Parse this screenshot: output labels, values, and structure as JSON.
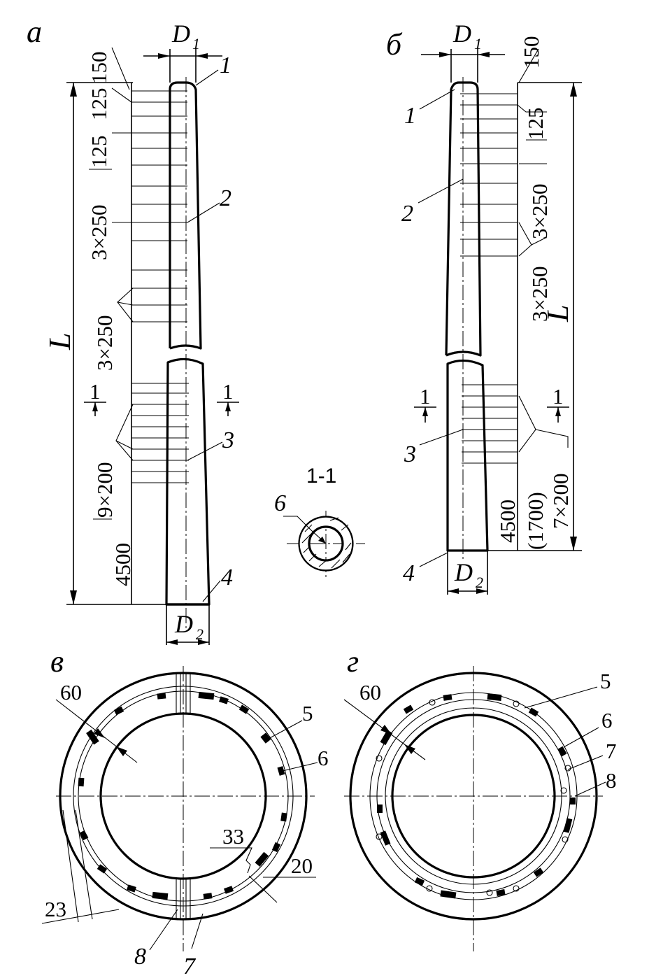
{
  "views": {
    "a": {
      "label": "а",
      "dims": {
        "d1": "D",
        "d1_sub": "1",
        "d2": "D",
        "d2_sub": "2",
        "total_length": "L",
        "spacing_top": "150",
        "spacing_125a": "125",
        "spacing_125b": "125",
        "spacing_3x250a": "3×250",
        "spacing_3x250b": "3×250",
        "spacing_9x200": "9×200",
        "spacing_4500": "4500"
      },
      "callouts": [
        "1",
        "2",
        "3",
        "4"
      ],
      "section_mark": "1"
    },
    "b": {
      "label": "б",
      "dims": {
        "d1": "D",
        "d1_sub": "1",
        "d2": "D",
        "d2_sub": "2",
        "total_length": "L",
        "spacing_top": "150",
        "spacing_125": "125",
        "spacing_3x250a": "3×250",
        "spacing_3x250b": "3×250",
        "spacing_7x200": "7×200",
        "spacing_4500": "4500",
        "spacing_1700": "(1700)"
      },
      "callouts": [
        "1",
        "2",
        "3",
        "4"
      ],
      "section_mark": "1"
    },
    "section": {
      "title": "1-1",
      "callout": "6"
    },
    "v": {
      "label": "в",
      "dims": {
        "d60": "60",
        "d33": "33",
        "d20": "20",
        "d23": "23"
      },
      "callouts": [
        "5",
        "6",
        "7",
        "8"
      ]
    },
    "g": {
      "label": "г",
      "dims": {
        "d60": "60"
      },
      "callouts": [
        "5",
        "6",
        "7",
        "8"
      ]
    }
  }
}
